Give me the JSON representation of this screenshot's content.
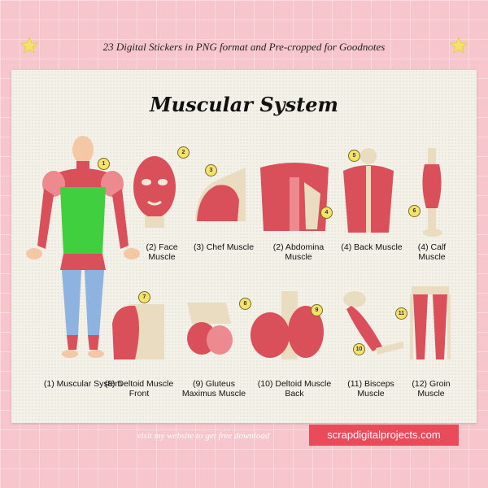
{
  "header": {
    "tagline": "23 Digital Stickers in PNG format and Pre-cropped for Goodnotes"
  },
  "title": "Muscular System",
  "colors": {
    "background": "#f7c6cc",
    "card": "#f4f1e8",
    "muscle": "#d9505a",
    "muscle_light": "#ec8a8f",
    "skin": "#f4c8a5",
    "bone": "#e9dcc0",
    "abs_highlight": "#3fcf3f",
    "leg_highlight": "#8fb3e0",
    "badge": "#f5e26a",
    "accent_button": "#ea4b5a"
  },
  "stickers": [
    {
      "badge": "1",
      "label": "(1) Muscular System"
    },
    {
      "badge": "2",
      "label": "(2) Face Muscle"
    },
    {
      "badge": "3",
      "label": "(3) Chef Muscle"
    },
    {
      "badge": "4",
      "label": "(2) Abdomina Muscle"
    },
    {
      "badge": "5",
      "label": "(4) Back Muscle"
    },
    {
      "badge": "6",
      "label": "(4) Calf Muscle"
    },
    {
      "badge": "7",
      "label": "(8) Deltoid Muscle Front"
    },
    {
      "badge": "8",
      "label": "(9) Gluteus Maximus Muscle"
    },
    {
      "badge": "9",
      "label": "(10) Deltoid Muscle Back"
    },
    {
      "badge": "10",
      "label": "(11) Bisceps Muscle"
    },
    {
      "badge": "11",
      "label": "(12) Groin Muscle"
    }
  ],
  "footer": {
    "note": "visit my website to get free download",
    "website": "scrapdigitalprojects.com"
  },
  "icons": {
    "left": "star-icon",
    "right": "star-icon"
  }
}
